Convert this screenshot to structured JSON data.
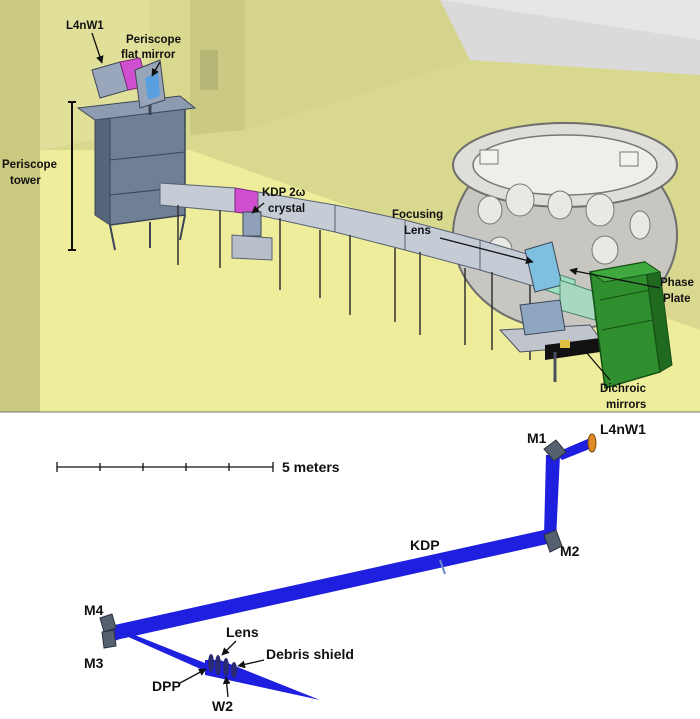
{
  "top_panel": {
    "labels": {
      "l4nw1": "L4nW1",
      "periscope_mirror_1": "Periscope",
      "periscope_mirror_2": "flat mirror",
      "periscope_tower_1": "Periscope",
      "periscope_tower_2": "tower",
      "kdp_1": "KDP 2ω",
      "kdp_2": "crystal",
      "focusing_1": "Focusing",
      "focusing_2": "Lens",
      "phase_1": "Phase",
      "phase_2": "Plate",
      "dichroic_1": "Dichroic",
      "dichroic_2": "mirrors"
    }
  },
  "bottom_panel": {
    "scale_label": "5 meters",
    "labels": {
      "m1": "M1",
      "l4nw1": "L4nW1",
      "kdp": "KDP",
      "m2": "M2",
      "m4": "M4",
      "m3": "M3",
      "lens": "Lens",
      "debris": "Debris shield",
      "dpp": "DPP",
      "w2": "W2"
    }
  },
  "colors": {
    "floor": "#eded9c",
    "wall": "#cfcf86",
    "beam": "#1f1fe0",
    "hardware": "#8a93a3",
    "phase_plate": "#2f8f2f",
    "magenta": "#d04fd0"
  }
}
